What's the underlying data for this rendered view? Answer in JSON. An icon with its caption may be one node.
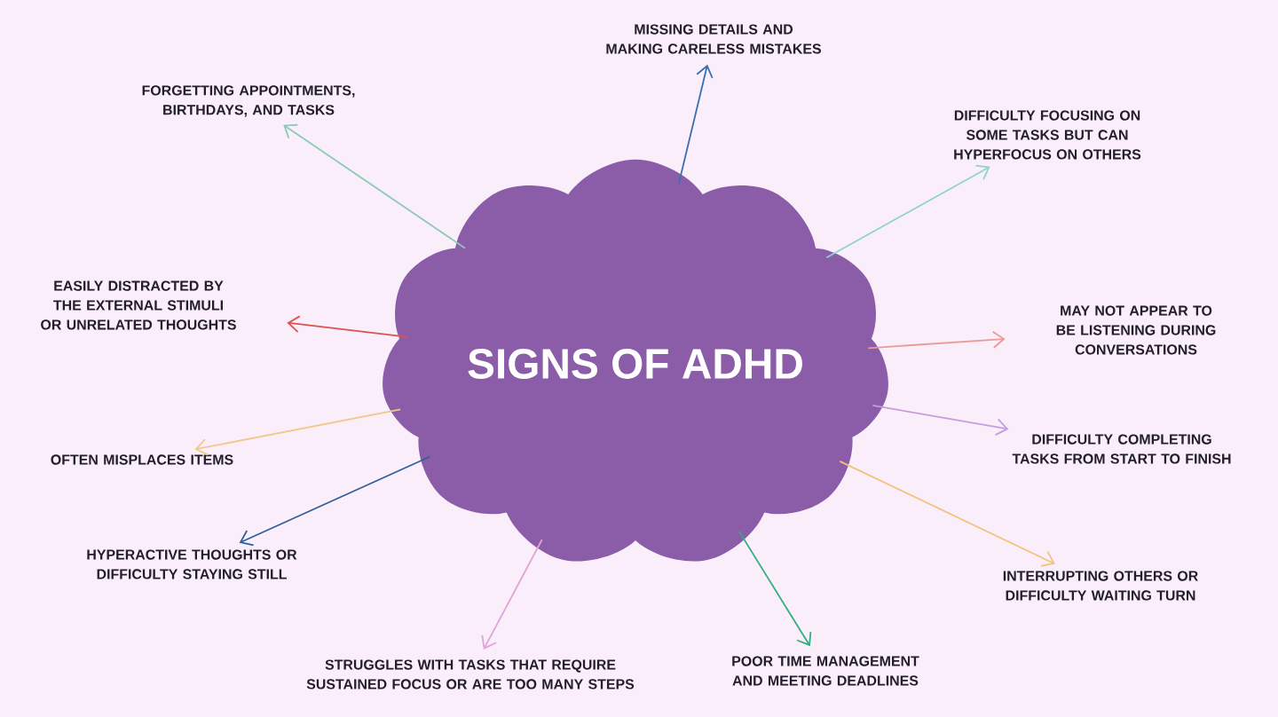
{
  "diagram": {
    "nodes": [
      {
        "text": [
          "SIGNS OF ADHD"
        ]
      },
      {
        "text": [
          "MISSING DETAILS AND MAKING CARELESS MISTAKES"
        ]
      },
      {
        "text": [
          "FORGETTING APPOINTMENTS, BIRTHDAYS, AND TASKS"
        ]
      },
      {
        "text": [
          "DIFFICULTY FOCUSING ON SOME TASKS BUT CAN HYPERFOCUS ON OTHERS"
        ]
      },
      {
        "text": [
          "EASILY DISTRACTED BY THE EXTERNAL STIMULI OR UNRELATED THOUGHTS"
        ]
      },
      {
        "text": [
          "MAY NOT APPEAR TO BE LISTENING DURING CONVERSATIONS"
        ]
      },
      {
        "text": [
          "OFTEN MISPLACES ITEMS"
        ]
      },
      {
        "text": [
          "DIFFICULTY COMPLETING TASKS FROM START TO FINISH"
        ]
      },
      {
        "text": [
          "HYPERACTIVE THOUGHTS OR DIFFICULTY STAYING STILL"
        ]
      },
      {
        "text": [
          "INTERRUPTING OTHERS OR DIFFICULTY WAITING TURN"
        ]
      },
      {
        "text": [
          "STRUGGLES WITH TASKS THAT REQUIRE SUSTAINED FOCUS OR ARE TOO MANY STEPS"
        ]
      },
      {
        "text": [
          "POOR TIME MANAGEMENT AND MEETING DEADLINES"
        ]
      }
    ],
    "edges": [
      {
        "from": 0,
        "to": 1,
        "arrow": "to",
        "color": "#3b6fb0"
      },
      {
        "from": 0,
        "to": 2,
        "arrow": "to",
        "color": "#8cc9b8"
      },
      {
        "from": 0,
        "to": 3,
        "arrow": "to",
        "color": "#8fd3cf"
      },
      {
        "from": 0,
        "to": 4,
        "arrow": "to",
        "color": "#d9534f"
      },
      {
        "from": 0,
        "to": 5,
        "arrow": "to",
        "color": "#eb9a9a"
      },
      {
        "from": 0,
        "to": 6,
        "arrow": "to",
        "color": "#f0c98a"
      },
      {
        "from": 0,
        "to": 7,
        "arrow": "to",
        "color": "#c79be0"
      },
      {
        "from": 0,
        "to": 8,
        "arrow": "to",
        "color": "#2f5f9e"
      },
      {
        "from": 0,
        "to": 9,
        "arrow": "to",
        "color": "#f2c27c"
      },
      {
        "from": 0,
        "to": 10,
        "arrow": "to",
        "color": "#e3a3d6"
      },
      {
        "from": 0,
        "to": 11,
        "arrow": "to",
        "color": "#2fb07a"
      }
    ]
  }
}
